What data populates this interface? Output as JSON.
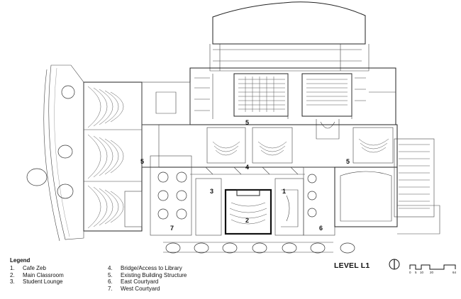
{
  "plan": {
    "level_label": "LEVEL L1",
    "room_markers": [
      {
        "id": "1",
        "label": "1"
      },
      {
        "id": "2",
        "label": "2"
      },
      {
        "id": "3",
        "label": "3"
      },
      {
        "id": "4",
        "label": "4"
      },
      {
        "id": "5",
        "label": "5"
      },
      {
        "id": "6",
        "label": "6"
      },
      {
        "id": "7",
        "label": "7"
      }
    ]
  },
  "legend": {
    "title": "Legend",
    "items": [
      {
        "num": "1.",
        "label": "Cafe Zeb"
      },
      {
        "num": "2.",
        "label": "Main Classroom"
      },
      {
        "num": "3.",
        "label": "Student Lounge"
      },
      {
        "num": "4.",
        "label": "Bridge/Access to Library"
      },
      {
        "num": "5.",
        "label": "Existing Building Structure"
      },
      {
        "num": "6.",
        "label": "East Courtyard"
      },
      {
        "num": "7.",
        "label": "West Courtyard"
      }
    ]
  },
  "scale_bar": {
    "ticks": [
      "0",
      "5",
      "10",
      "20",
      "64"
    ]
  },
  "icons": [
    "north-arrow-icon",
    "scale-bar-icon"
  ]
}
